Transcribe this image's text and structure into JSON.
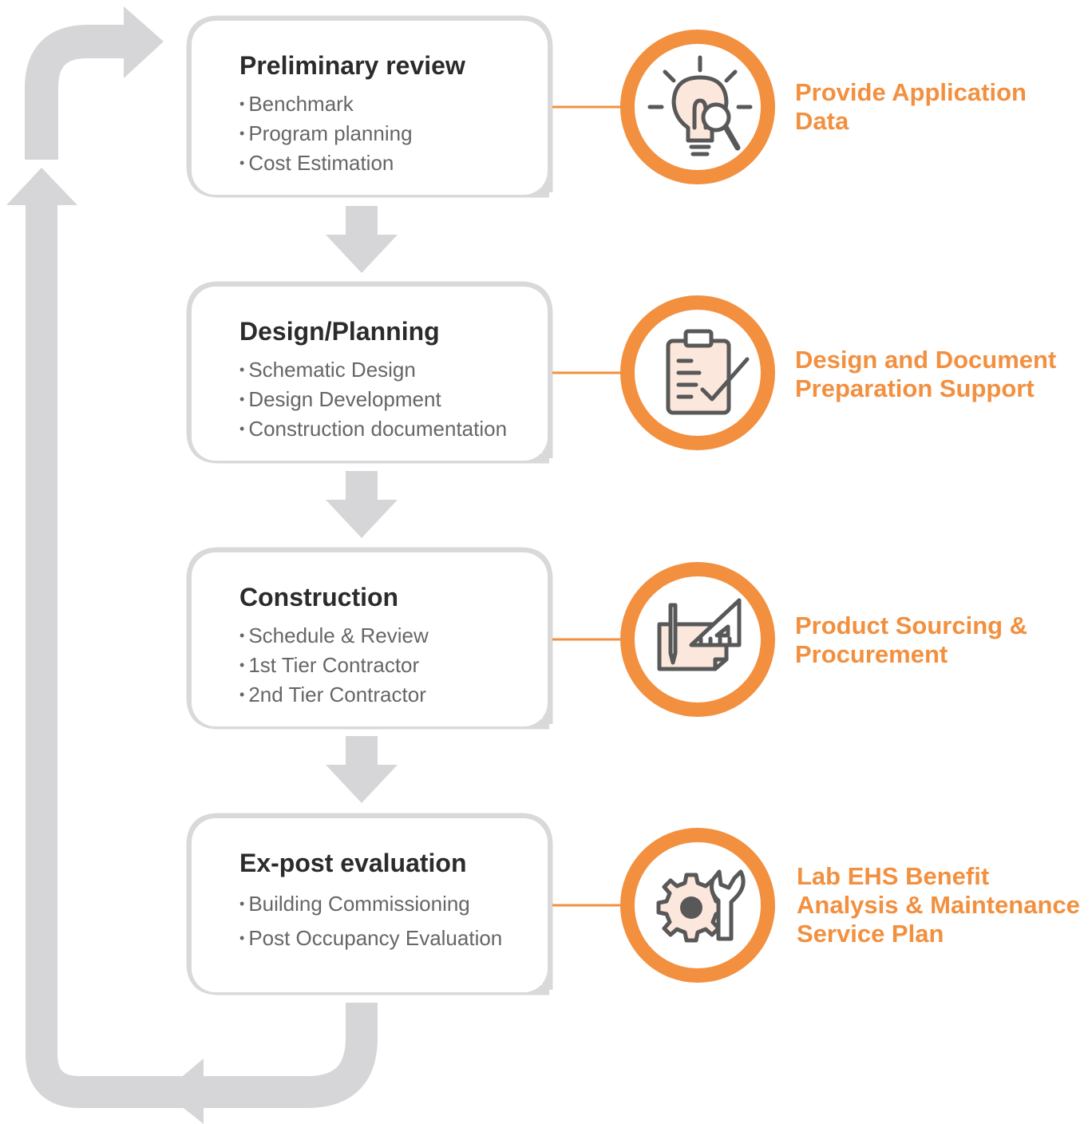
{
  "stages": [
    {
      "title": "Preliminary review",
      "items": [
        "Benchmark",
        "Program planning",
        "Cost Estimation"
      ]
    },
    {
      "title": "Design/Planning",
      "items": [
        "Schematic Design",
        "Design Development",
        "Construction documentation"
      ]
    },
    {
      "title": "Construction",
      "items": [
        "Schedule & Review",
        "1st Tier Contractor",
        "2nd Tier Contractor"
      ]
    },
    {
      "title": "Ex-post evaluation",
      "items": [
        "Building Commissioning",
        "Post Occupancy Evaluation"
      ]
    }
  ],
  "services": [
    {
      "lines": [
        "Provide Application",
        "Data"
      ],
      "icon": "lightbulb-magnifier-icon"
    },
    {
      "lines": [
        "Design and Document",
        "Preparation Support"
      ],
      "icon": "clipboard-check-icon"
    },
    {
      "lines": [
        "Product Sourcing &",
        "Procurement"
      ],
      "icon": "pen-ruler-icon"
    },
    {
      "lines": [
        "Lab EHS Benefit",
        "Analysis & Maintenance",
        "Service Plan"
      ],
      "icon": "gear-wrench-icon"
    }
  ],
  "colors": {
    "accent": "#f2903f",
    "arrow_gray": "#d6d6d8",
    "box_border": "#d9d9db",
    "icon_fill": "#fce7dc",
    "icon_stroke": "#585858",
    "title_text": "#2b2b2b",
    "item_text": "#666666"
  }
}
